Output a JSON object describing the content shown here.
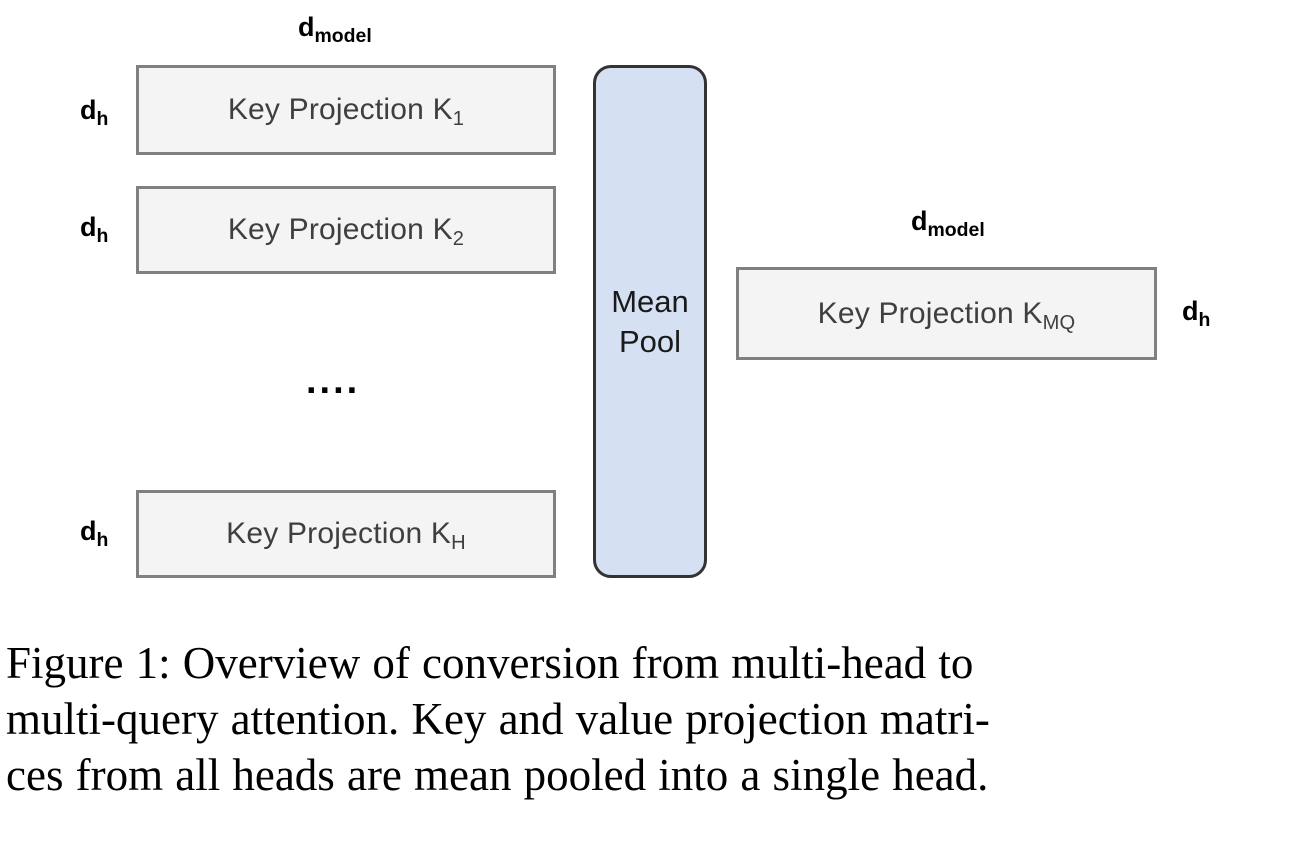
{
  "figure": {
    "diagram": {
      "left_group": {
        "width_label": {
          "base": "d",
          "sub": "model"
        },
        "boxes": [
          {
            "text": "Key Projection K",
            "sub": "1",
            "height_label": {
              "base": "d",
              "sub": "h"
            }
          },
          {
            "text": "Key Projection K",
            "sub": "2",
            "height_label": {
              "base": "d",
              "sub": "h"
            }
          },
          {
            "text": "Key Projection K",
            "sub": "H",
            "height_label": {
              "base": "d",
              "sub": "h"
            }
          }
        ],
        "ellipsis": "...."
      },
      "mean_pool": {
        "line1": "Mean",
        "line2": "Pool",
        "fill_color": "#d6e0f3",
        "border_color": "#333333"
      },
      "right_group": {
        "width_label": {
          "base": "d",
          "sub": "model"
        },
        "box": {
          "text": "Key Projection K",
          "sub": "MQ",
          "height_label": {
            "base": "d",
            "sub": "h"
          }
        }
      },
      "box_fill_color": "#f4f4f4",
      "box_border_color": "#808080"
    },
    "caption": {
      "line1": "Figure 1: Overview of conversion from multi-head to",
      "line2": "multi-query attention. Key and value projection matri-",
      "line3": "ces from all heads are mean pooled into a single head."
    }
  }
}
